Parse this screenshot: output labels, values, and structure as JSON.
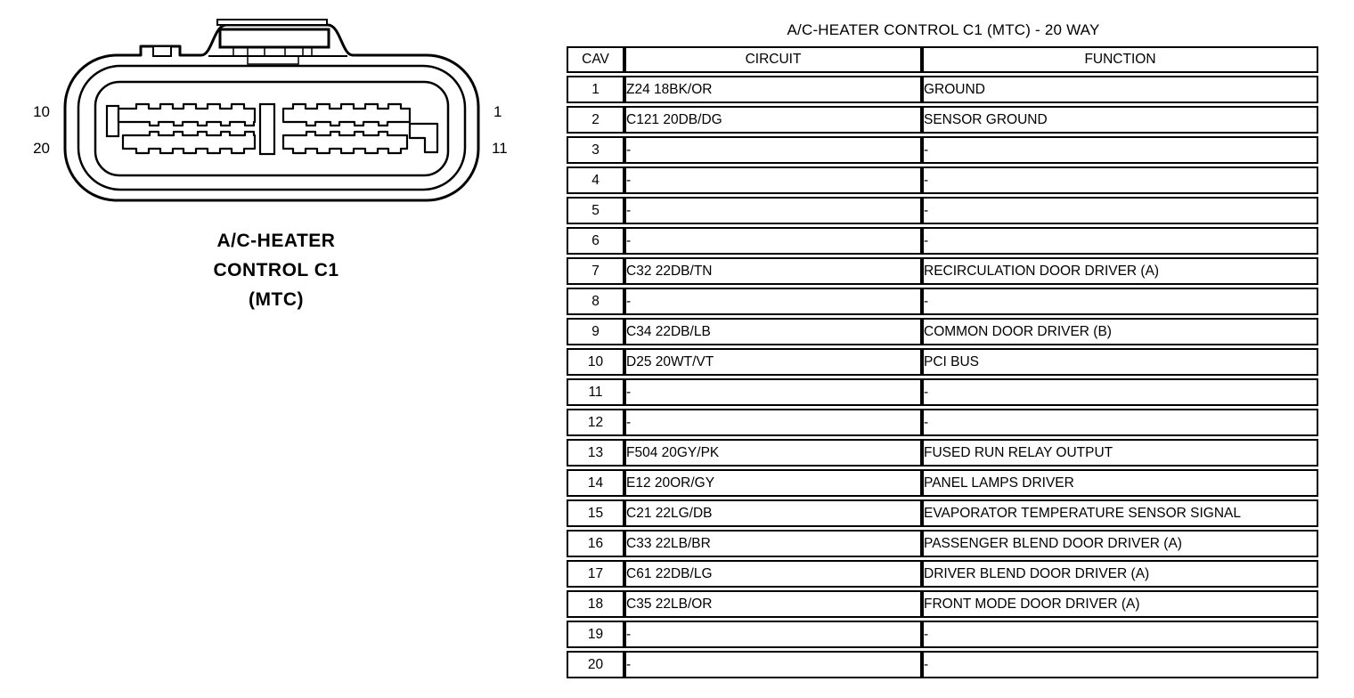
{
  "diagram": {
    "pin_labels": {
      "top_left": "10",
      "bottom_left": "20",
      "top_right": "1",
      "bottom_right": "11"
    },
    "caption_lines": [
      "A/C-HEATER",
      "CONTROL C1",
      "(MTC)"
    ]
  },
  "table": {
    "title": "A/C-HEATER CONTROL C1 (MTC) - 20 WAY",
    "headers": [
      "CAV",
      "CIRCUIT",
      "FUNCTION"
    ],
    "rows": [
      [
        "1",
        "Z24 18BK/OR",
        "GROUND"
      ],
      [
        "2",
        "C121 20DB/DG",
        "SENSOR GROUND"
      ],
      [
        "3",
        "-",
        "-"
      ],
      [
        "4",
        "-",
        "-"
      ],
      [
        "5",
        "-",
        "-"
      ],
      [
        "6",
        "-",
        "-"
      ],
      [
        "7",
        "C32 22DB/TN",
        "RECIRCULATION DOOR DRIVER (A)"
      ],
      [
        "8",
        "-",
        "-"
      ],
      [
        "9",
        "C34 22DB/LB",
        "COMMON DOOR DRIVER (B)"
      ],
      [
        "10",
        "D25 20WT/VT",
        "PCI BUS"
      ],
      [
        "11",
        "-",
        "-"
      ],
      [
        "12",
        "-",
        "-"
      ],
      [
        "13",
        "F504 20GY/PK",
        "FUSED RUN RELAY OUTPUT"
      ],
      [
        "14",
        "E12 20OR/GY",
        "PANEL LAMPS DRIVER"
      ],
      [
        "15",
        "C21 22LG/DB",
        "EVAPORATOR TEMPERATURE SENSOR SIGNAL"
      ],
      [
        "16",
        "C33 22LB/BR",
        "PASSENGER BLEND DOOR DRIVER (A)"
      ],
      [
        "17",
        "C61 22DB/LG",
        "DRIVER BLEND DOOR DRIVER (A)"
      ],
      [
        "18",
        "C35 22LB/OR",
        "FRONT MODE DOOR DRIVER (A)"
      ],
      [
        "19",
        "-",
        "-"
      ],
      [
        "20",
        "-",
        "-"
      ]
    ]
  },
  "colors": {
    "ink": "#000000",
    "background": "#ffffff"
  }
}
